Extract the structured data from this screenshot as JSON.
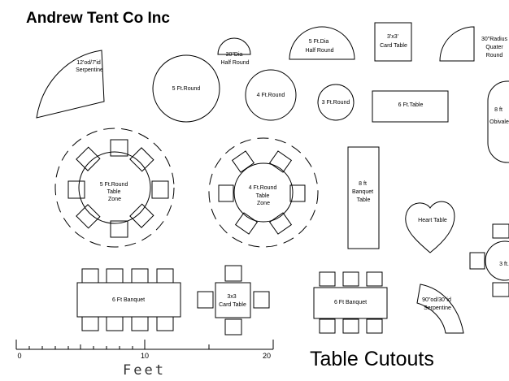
{
  "header": {
    "company": "Andrew Tent Co Inc",
    "title": "Table Cutouts"
  },
  "scale": {
    "unit": "Feet",
    "ticks": [
      "0",
      "10",
      "20"
    ]
  },
  "shapes": {
    "serpentine_large": [
      "12'od/7'id",
      "Serpentine"
    ],
    "half_round_small": [
      "30\"Dia",
      "Half Round"
    ],
    "half_round_large": [
      "5 Ft.Dia",
      "Half Round"
    ],
    "card_table": [
      "3'x3'",
      "Card Table"
    ],
    "quarter_round": [
      "30\"Radius",
      "Quater",
      "Round"
    ],
    "round_5ft": [
      "5 Ft.Round"
    ],
    "round_4ft": [
      "4 Ft.Round"
    ],
    "round_3ft": [
      "3 Ft.Round"
    ],
    "table_6ft": [
      "6 Ft.Table"
    ],
    "oblong": [
      "8 ft",
      "Obivale"
    ],
    "zone_5ft": [
      "5 Ft.Round",
      "Table",
      "Zone"
    ],
    "zone_4ft": [
      "4 Ft.Round",
      "Table",
      "Zone"
    ],
    "banquet_8ft": [
      "8 ft",
      "Banquet",
      "Table"
    ],
    "heart_table": [
      "Heart Table"
    ],
    "round_3ft_setting": [
      "3 ft."
    ],
    "banquet_6ft_large": [
      "6 Ft Banquet"
    ],
    "card_table_setting": [
      "3x3",
      "Card Table"
    ],
    "banquet_6ft_small": [
      "6 Ft Banquet"
    ],
    "serpentine_small": [
      "90\"od/30\"id",
      "Serpentine"
    ]
  }
}
